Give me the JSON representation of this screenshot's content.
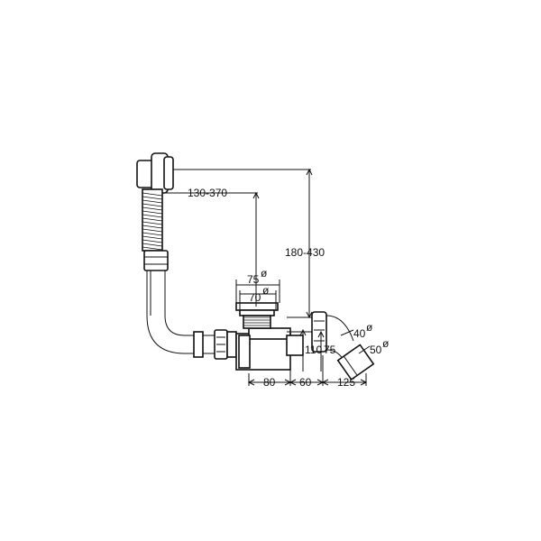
{
  "dimensions": {
    "overflow_reach": "130-370",
    "overflow_height": "180-430",
    "outer_diameter": "75",
    "inner_diameter": "70",
    "diameter_symbol": "ø",
    "trap_height_1": "110",
    "trap_height_2": "75",
    "pipe_40": "40",
    "pipe_50": "50",
    "len_80": "80",
    "len_60": "60",
    "len_125": "125"
  },
  "colors": {
    "line": "#111111",
    "background": "#ffffff"
  }
}
